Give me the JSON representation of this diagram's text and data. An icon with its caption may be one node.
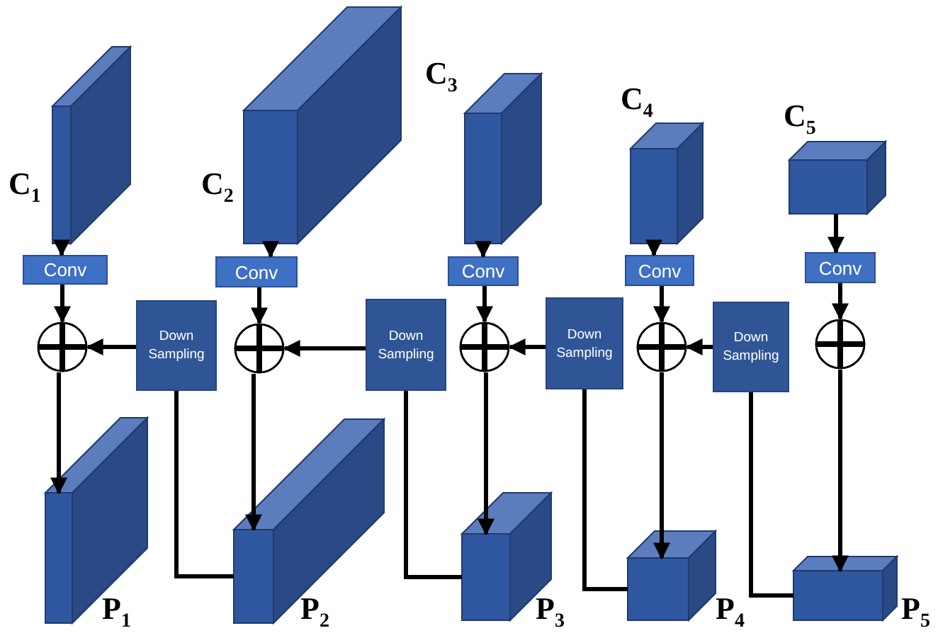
{
  "diagram": {
    "nodes": [
      {
        "text": [
          "C$_{1}$"
        ]
      },
      {
        "text": [
          "C$_{2}$"
        ]
      },
      {
        "text": [
          "C$_{3}$"
        ]
      },
      {
        "text": [
          "C$_{4}$"
        ]
      },
      {
        "text": [
          "C$_{5}$"
        ]
      },
      {
        "text": [
          "Conv"
        ]
      },
      {
        "text": [
          "Conv"
        ]
      },
      {
        "text": [
          "Conv"
        ]
      },
      {
        "text": [
          "Conv"
        ]
      },
      {
        "text": [
          "Conv"
        ]
      },
      {
        "text": [],
        "shape": "circle"
      },
      {
        "text": [],
        "shape": "circle"
      },
      {
        "text": [],
        "shape": "circle"
      },
      {
        "text": [],
        "shape": "circle"
      },
      {
        "text": [],
        "shape": "circle"
      },
      {
        "text": [
          "Down Sampling"
        ]
      },
      {
        "text": [
          "Down Sampling"
        ]
      },
      {
        "text": [
          "Down Sampling"
        ]
      },
      {
        "text": [
          "Down Sampling"
        ]
      },
      {
        "text": [
          "P$_{1}$"
        ]
      },
      {
        "text": [
          "P$_{2}$"
        ]
      },
      {
        "text": [
          "P$_{3}$"
        ]
      },
      {
        "text": [
          "P$_{4}$"
        ]
      },
      {
        "text": [
          "P$_{5}$"
        ]
      }
    ],
    "edges": [
      {
        "from": 0,
        "to": 5,
        "arrow": "to"
      },
      {
        "from": 5,
        "to": 10,
        "arrow": "to"
      },
      {
        "from": 10,
        "to": 19,
        "arrow": "to"
      },
      {
        "from": 1,
        "to": 6,
        "arrow": "to"
      },
      {
        "from": 6,
        "to": 11,
        "arrow": "to"
      },
      {
        "from": 11,
        "to": 20,
        "arrow": "to"
      },
      {
        "from": 2,
        "to": 7,
        "arrow": "to"
      },
      {
        "from": 7,
        "to": 12,
        "arrow": "to"
      },
      {
        "from": 12,
        "to": 21,
        "arrow": "to"
      },
      {
        "from": 3,
        "to": 8,
        "arrow": "to"
      },
      {
        "from": 8,
        "to": 13,
        "arrow": "to"
      },
      {
        "from": 13,
        "to": 22,
        "arrow": "to"
      },
      {
        "from": 4,
        "to": 9,
        "arrow": "to"
      },
      {
        "from": 9,
        "to": 14,
        "arrow": "to"
      },
      {
        "from": 14,
        "to": 23,
        "arrow": "to"
      },
      {
        "from": 15,
        "to": 10,
        "arrow": "to"
      },
      {
        "from": 16,
        "to": 11,
        "arrow": "to"
      },
      {
        "from": 17,
        "to": 12,
        "arrow": "to"
      },
      {
        "from": 18,
        "to": 13,
        "arrow": "to"
      },
      {
        "from": 20,
        "to": 15,
        "arrow": "none"
      },
      {
        "from": 21,
        "to": 16,
        "arrow": "none"
      },
      {
        "from": 22,
        "to": 17,
        "arrow": "none"
      },
      {
        "from": 23,
        "to": 18,
        "arrow": "none"
      }
    ]
  }
}
